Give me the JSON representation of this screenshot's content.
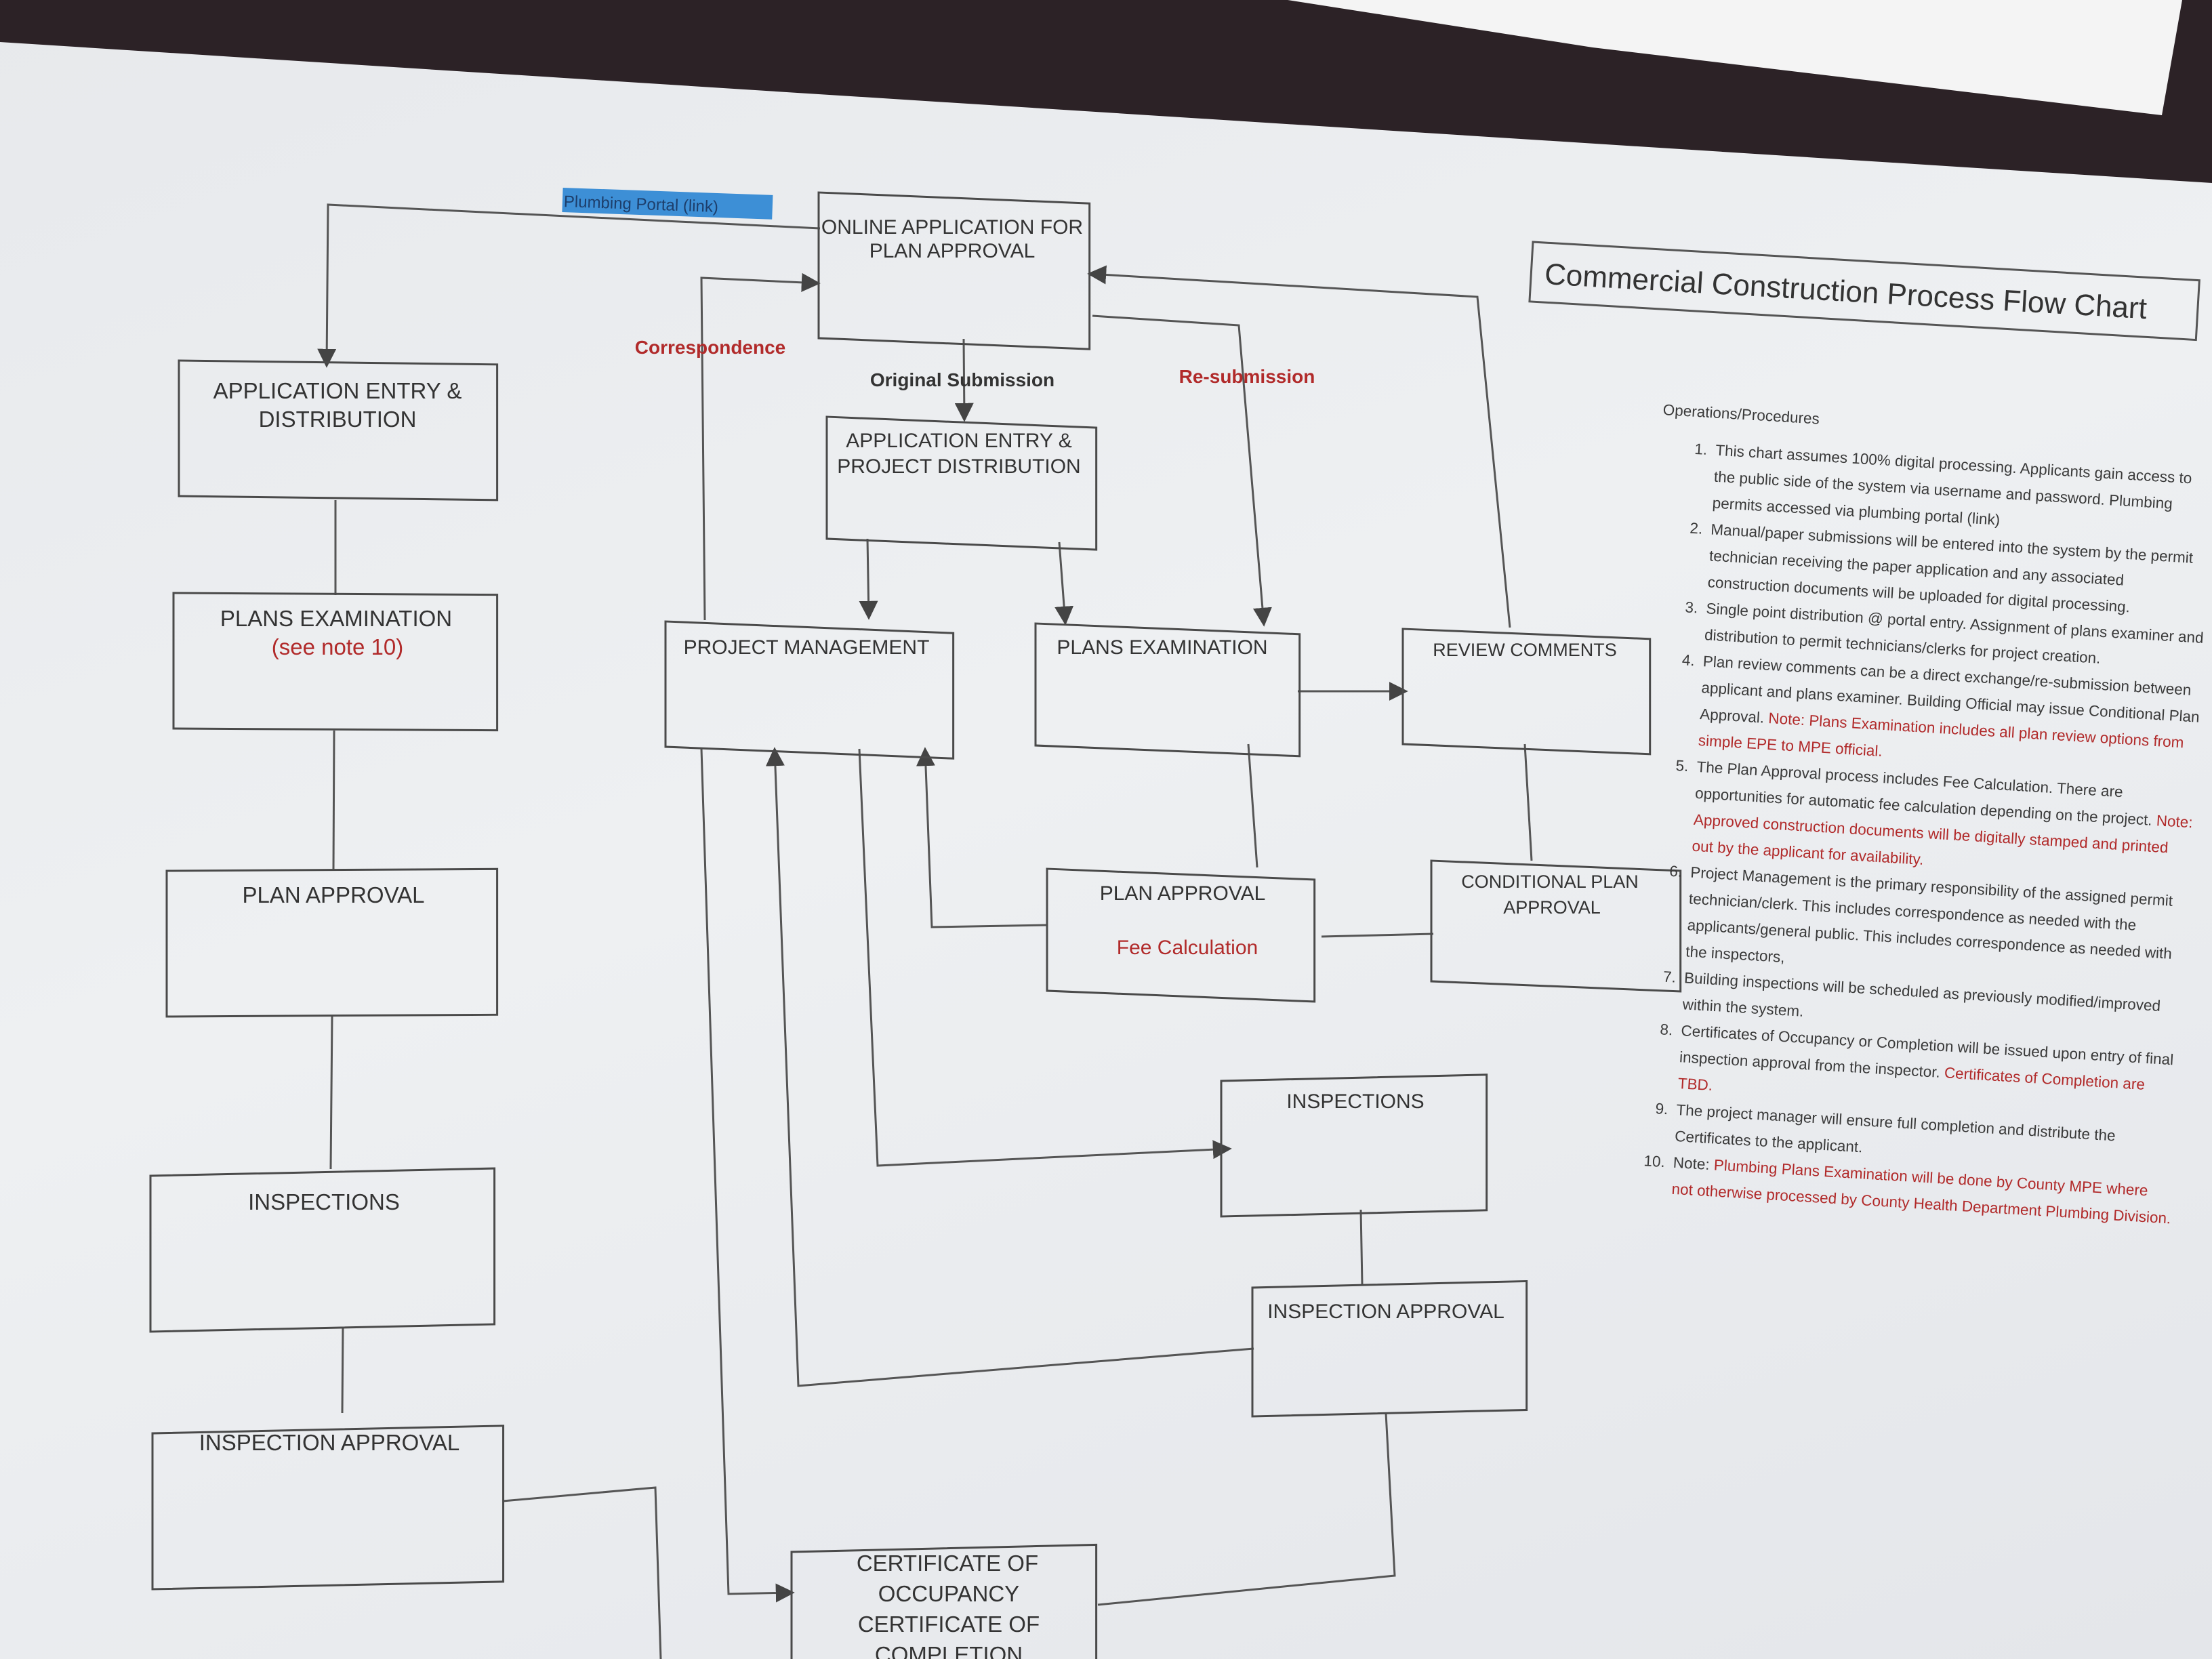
{
  "chart_title": "Commercial Construction Process Flow Chart",
  "portal_link": "Plumbing Portal (link)",
  "center_flow": {
    "online_application": [
      "ONLINE APPLICATION FOR",
      "PLAN APPROVAL"
    ],
    "label_correspondence": "Correspondence",
    "label_original_submission": "Original Submission",
    "label_resubmission": "Re-submission",
    "app_entry_project_distribution": [
      "APPLICATION ENTRY &",
      "PROJECT DISTRIBUTION"
    ],
    "project_management": "PROJECT MANAGEMENT",
    "plans_examination": "PLANS EXAMINATION",
    "review_comments": "REVIEW COMMENTS",
    "plan_approval": "PLAN APPROVAL",
    "fee_calculation": "Fee Calculation",
    "conditional_plan_approval": [
      "CONDITIONAL PLAN",
      "APPROVAL"
    ],
    "inspections": "INSPECTIONS",
    "inspection_approval": "INSPECTION APPROVAL",
    "certificate": [
      "CERTIFICATE OF",
      "OCCUPANCY",
      "CERTIFICATE OF",
      "COMPLETION"
    ]
  },
  "left_flow": {
    "app_entry_distribution": [
      "APPLICATION ENTRY &",
      "DISTRIBUTION"
    ],
    "plans_examination": "PLANS EXAMINATION",
    "see_note": "(see note 10)",
    "plan_approval": "PLAN APPROVAL",
    "inspections": "INSPECTIONS",
    "inspection_approval": "INSPECTION APPROVAL"
  },
  "notes": {
    "heading": "Operations/Procedures",
    "items": [
      {
        "text": "This chart assumes 100% digital processing. Applicants gain access to the public side of the system via username and password. Plumbing permits accessed via plumbing portal (link)",
        "red": ""
      },
      {
        "text": "Manual/paper submissions will be entered into the system by the permit technician receiving the paper application and any associated construction documents will be uploaded for digital processing.",
        "red": ""
      },
      {
        "text": "Single point distribution @ portal entry. Assignment of plans examiner and distribution to permit technicians/clerks for project creation.",
        "red": ""
      },
      {
        "text": "Plan review comments can be a direct exchange/re-submission between applicant and plans examiner. Building Official may issue Conditional Plan Approval.",
        "red": "Note: Plans Examination includes all plan review options from simple EPE to MPE official."
      },
      {
        "text": "The Plan Approval process includes Fee Calculation. There are opportunities for automatic fee calculation depending on the project.",
        "red": "Note: Approved construction documents will be digitally stamped and printed out by the applicant for availability."
      },
      {
        "text": "Project Management is the primary responsibility of the assigned permit technician/clerk. This includes correspondence as needed with the applicants/general public. This includes correspondence as needed with the inspectors,",
        "red": ""
      },
      {
        "text": "Building inspections will be scheduled as previously modified/improved within the system.",
        "red": ""
      },
      {
        "text": "Certificates of Occupancy or Completion will be issued upon entry of final inspection approval from the inspector.",
        "red": "Certificates of Completion are TBD."
      },
      {
        "text": "The project manager will ensure full completion and distribute the Certificates to the applicant.",
        "red": ""
      },
      {
        "text": "Note:",
        "red": "Plumbing Plans Examination will be done by County MPE where not otherwise processed by County Health Department Plumbing Division."
      }
    ]
  }
}
